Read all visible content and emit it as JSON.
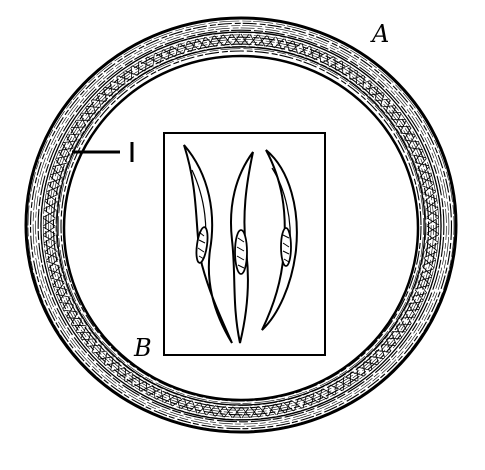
{
  "figure": {
    "label_a": "A",
    "label_b": "B",
    "label_1": "1"
  },
  "colors": {
    "ink": "#000000",
    "paper": "#ffffff"
  }
}
